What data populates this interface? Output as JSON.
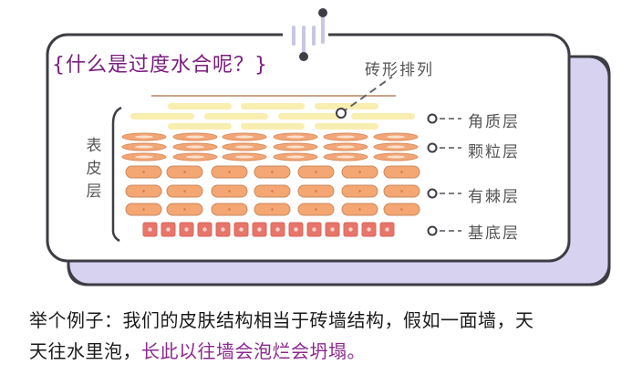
{
  "title": "{什么是过度水合呢？}",
  "annotation": "砖形排列",
  "side_label": "表皮层",
  "layers": [
    {
      "name": "角质层",
      "cell_shape": "flat-bar",
      "rows": 3,
      "color": "#f8eeb0"
    },
    {
      "name": "颗粒层",
      "cell_shape": "flat-ellipse",
      "rows": 3,
      "color": "#f2a677"
    },
    {
      "name": "有棘层",
      "cell_shape": "rounded-capsule",
      "rows": 3,
      "color": "#f4a673"
    },
    {
      "name": "基底层",
      "cell_shape": "square",
      "rows": 1,
      "color": "#e8756a"
    }
  ],
  "colors": {
    "title": "#7a1d7e",
    "frame_stroke": "#3d3d45",
    "back_card": "#d6d2f0",
    "highlight_text": "#8a2a8e"
  },
  "caption": {
    "line1": "举个例子：我们的皮肤结构相当于砖墙结构，假如一面墙，天",
    "line2_plain": "天往水里泡，",
    "line2_highlight": "长此以往墙会泡烂会坍塌。"
  }
}
